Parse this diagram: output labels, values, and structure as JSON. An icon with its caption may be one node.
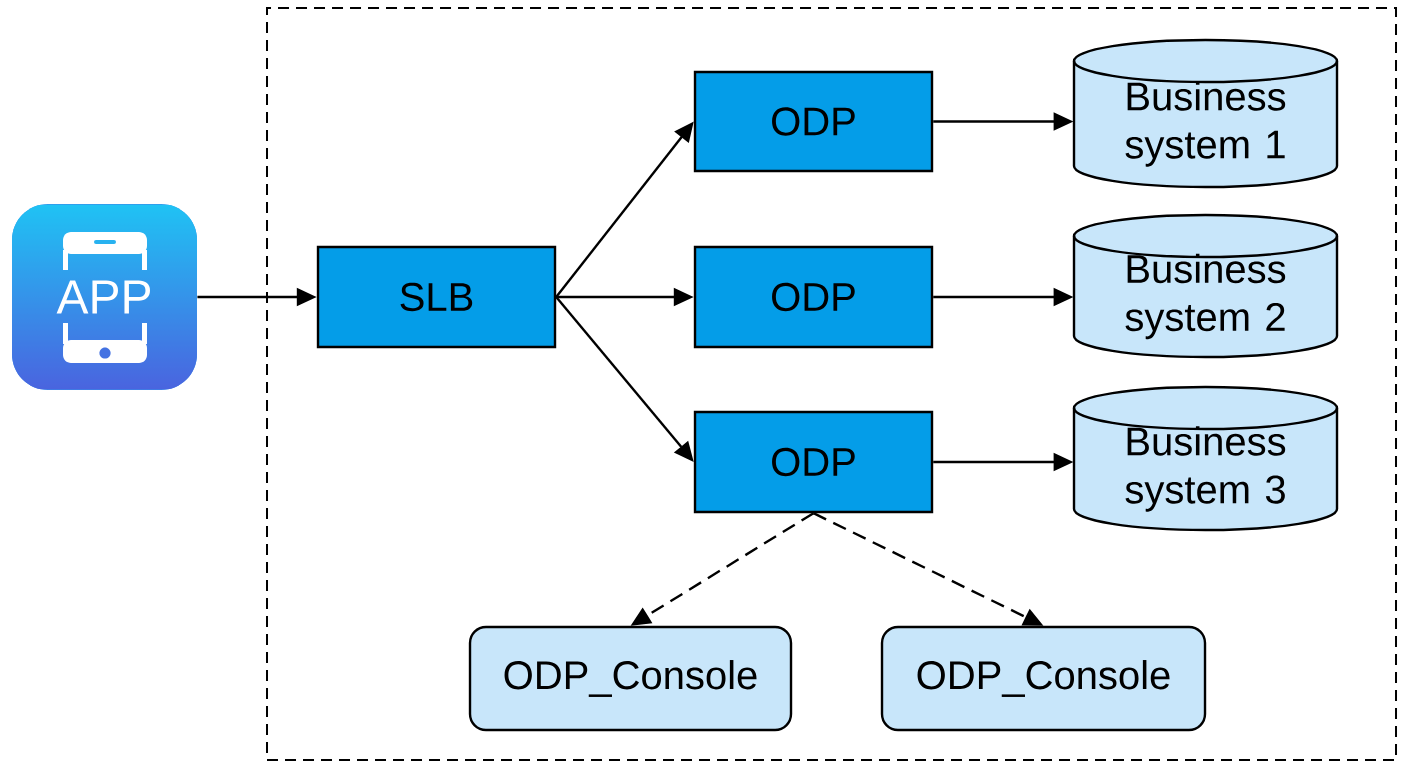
{
  "diagram": {
    "nodes": [
      {
        "text": [
          "APP"
        ]
      },
      {
        "text": [],
        "shape": "box"
      },
      {
        "text": [
          "SLB"
        ],
        "in": 1
      },
      {
        "text": [
          "ODP"
        ],
        "in": 1
      },
      {
        "text": [
          "ODP"
        ],
        "in": 1
      },
      {
        "text": [
          "ODP"
        ],
        "in": 1
      },
      {
        "text": [
          "Business system 1"
        ],
        "in": 1
      },
      {
        "text": [
          "Business system 2"
        ],
        "in": 1
      },
      {
        "text": [
          "Business system 3"
        ],
        "in": 1
      },
      {
        "text": [
          "ODP_Console"
        ],
        "in": 1
      },
      {
        "text": [
          "ODP_Console"
        ],
        "in": 1
      }
    ],
    "edges": [
      {
        "from": 0,
        "to": 2,
        "arrow": "to"
      },
      {
        "from": 2,
        "to": 3,
        "arrow": "to"
      },
      {
        "from": 2,
        "to": 4,
        "arrow": "to"
      },
      {
        "from": 2,
        "to": 5,
        "arrow": "to"
      },
      {
        "from": 3,
        "to": 6,
        "arrow": "to"
      },
      {
        "from": 4,
        "to": 7,
        "arrow": "to"
      },
      {
        "from": 5,
        "to": 8,
        "arrow": "to"
      },
      {
        "from": 5,
        "to": 9,
        "arrow": "to",
        "style": "dashed"
      },
      {
        "from": 5,
        "to": 10,
        "arrow": "to",
        "style": "dashed"
      }
    ]
  }
}
